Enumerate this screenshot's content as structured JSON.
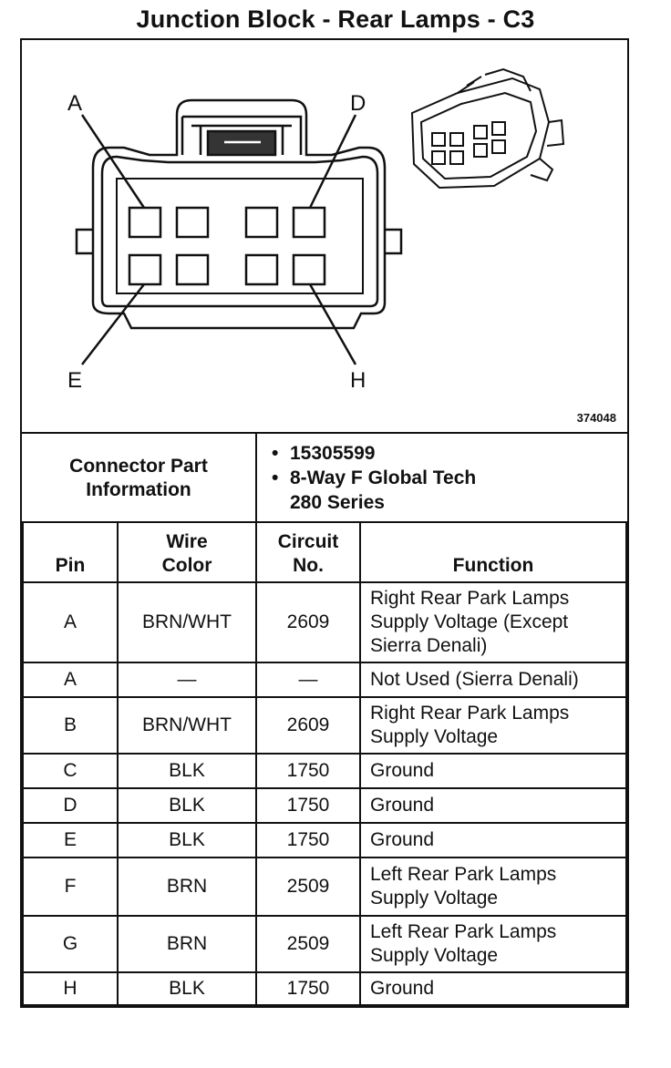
{
  "title": "Junction Block - Rear Lamps - C3",
  "diagram": {
    "figure_number": "374048",
    "pin_labels": {
      "a": "A",
      "d": "D",
      "e": "E",
      "h": "H"
    },
    "connector_icon": "connector-face-drawing",
    "perspective_icon": "connector-3d-drawing"
  },
  "part_info": {
    "label_line1": "Connector Part",
    "label_line2": "Information",
    "items": [
      "15305599",
      "8-Way F Global Tech",
      "280 Series"
    ]
  },
  "table": {
    "headers": {
      "pin": "Pin",
      "wire_color_1": "Wire",
      "wire_color_2": "Color",
      "circuit_1": "Circuit",
      "circuit_2": "No.",
      "function": "Function"
    },
    "rows": [
      {
        "pin": "A",
        "color": "BRN/WHT",
        "circuit": "2609",
        "function": [
          "Right Rear Park Lamps",
          "Supply Voltage (Except",
          "Sierra Denali)"
        ]
      },
      {
        "pin": "A",
        "color": "—",
        "circuit": "—",
        "function": [
          "Not Used (Sierra Denali)"
        ]
      },
      {
        "pin": "B",
        "color": "BRN/WHT",
        "circuit": "2609",
        "function": [
          "Right Rear Park Lamps",
          "Supply Voltage"
        ]
      },
      {
        "pin": "C",
        "color": "BLK",
        "circuit": "1750",
        "function": [
          "Ground"
        ]
      },
      {
        "pin": "D",
        "color": "BLK",
        "circuit": "1750",
        "function": [
          "Ground"
        ]
      },
      {
        "pin": "E",
        "color": "BLK",
        "circuit": "1750",
        "function": [
          "Ground"
        ]
      },
      {
        "pin": "F",
        "color": "BRN",
        "circuit": "2509",
        "function": [
          "Left Rear Park Lamps",
          "Supply Voltage"
        ]
      },
      {
        "pin": "G",
        "color": "BRN",
        "circuit": "2509",
        "function": [
          "Left Rear Park Lamps",
          "Supply Voltage"
        ]
      },
      {
        "pin": "H",
        "color": "BLK",
        "circuit": "1750",
        "function": [
          "Ground"
        ]
      }
    ]
  }
}
